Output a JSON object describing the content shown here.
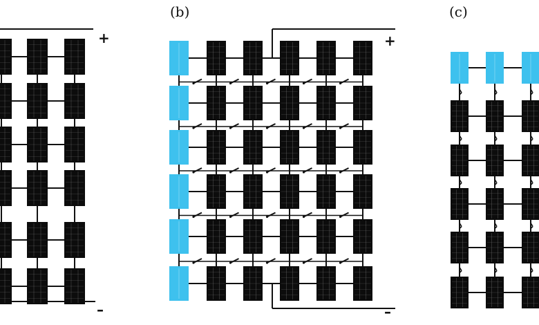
{
  "labels": {
    "panel_b": "(b)",
    "panel_c": "(c)",
    "plus": "+",
    "minus": "–"
  },
  "colors": {
    "module_dark": "#0c0c0c",
    "module_shaded": "#3ec1ee",
    "wire": "#111111",
    "cell_line": "#8a8a8a"
  },
  "panels": [
    {
      "id": "a",
      "rows": 6,
      "cols": 3,
      "shaded": "none",
      "cross_ties": false,
      "switches": false
    },
    {
      "id": "b",
      "rows": 6,
      "cols": 6,
      "shaded": "first-column",
      "cross_ties": true,
      "switches": true
    },
    {
      "id": "c",
      "rows": 6,
      "cols": 3,
      "shaded": "first-row",
      "cross_ties": false,
      "switches": true
    }
  ]
}
